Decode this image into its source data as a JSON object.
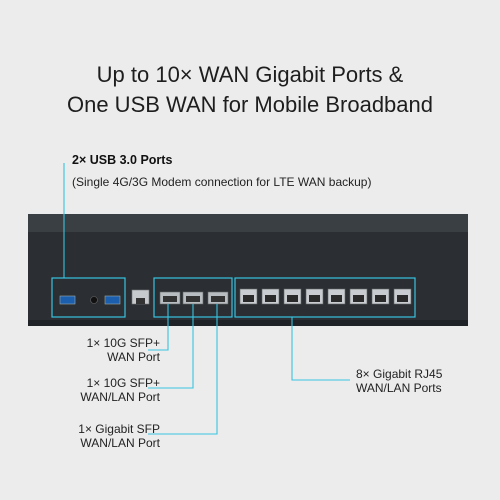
{
  "headline": {
    "line1": "Up to 10× WAN Gigabit Ports &",
    "line2": "One USB WAN for Mobile Broadband"
  },
  "usb_callout": {
    "title": "2× USB 3.0 Ports",
    "subtitle": "(Single 4G/3G Modem connection for LTE WAN backup)"
  },
  "sfp_callouts": [
    {
      "line1": "1× 10G SFP+",
      "line2": "WAN Port"
    },
    {
      "line1": "1× 10G SFP+",
      "line2": "WAN/LAN Port"
    },
    {
      "line1": "1× Gigabit SFP",
      "line2": "WAN/LAN Port"
    }
  ],
  "rj45_callout": {
    "line1": "8× Gigabit RJ45",
    "line2": "WAN/LAN Ports"
  },
  "colors": {
    "background": "#ececec",
    "highlight": "#37c4e0",
    "chassis": "#2b2f33",
    "port": "#b8bdc2"
  }
}
